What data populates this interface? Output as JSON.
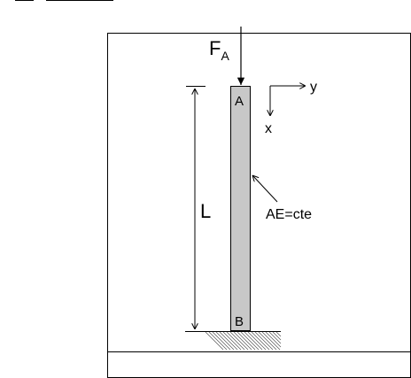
{
  "labels": {
    "force_main": "F",
    "force_sub": "A",
    "top_point": "A",
    "bottom_point": "B",
    "axis_y": "y",
    "axis_x": "x",
    "length": "L",
    "stiffness": "AE=cte"
  },
  "colors": {
    "bar_fill": "#c8c8c8",
    "line": "#000000",
    "background": "#ffffff"
  },
  "icons": {
    "support": "fixed-support-hatch-icon",
    "force": "force-arrow-icon"
  }
}
